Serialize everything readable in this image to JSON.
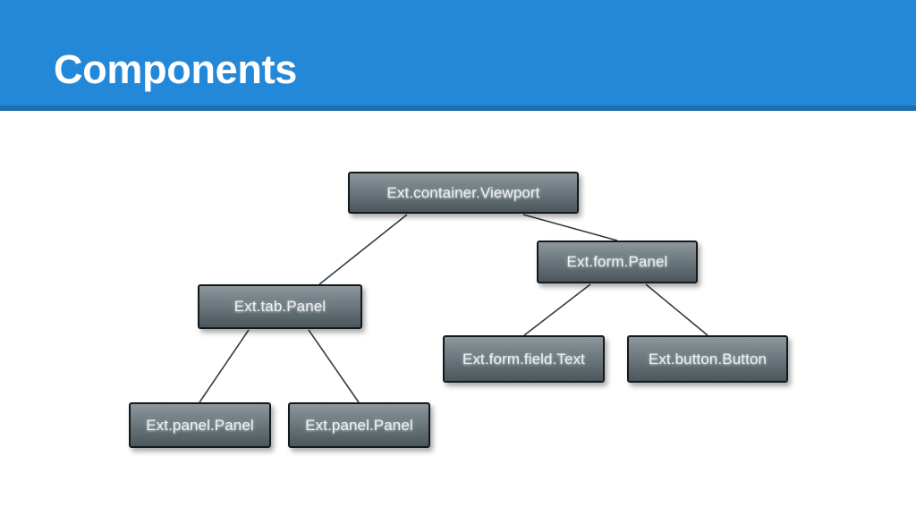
{
  "slide": {
    "title": "Components",
    "header_bg": "#2488d8",
    "header_underline": "#1f6fb0",
    "title_color": "#ffffff",
    "canvas_bg": "#ffffff"
  },
  "diagram": {
    "type": "tree",
    "node_fill_top": "#8e979c",
    "node_fill_bottom": "#4c575c",
    "node_border": "#15191b",
    "node_text_color": "#eef1f3",
    "edge_color": "#333b3f",
    "nodes": [
      {
        "id": "viewport",
        "label": "Ext.container.Viewport"
      },
      {
        "id": "form-panel",
        "label": "Ext.form.Panel"
      },
      {
        "id": "tab-panel",
        "label": "Ext.tab.Panel"
      },
      {
        "id": "field-text",
        "label": "Ext.form.field.Text"
      },
      {
        "id": "button",
        "label": "Ext.button.Button"
      },
      {
        "id": "panel-left",
        "label": "Ext.panel.Panel"
      },
      {
        "id": "panel-right",
        "label": "Ext.panel.Panel"
      }
    ],
    "edges": [
      {
        "from": "viewport",
        "to": "tab-panel"
      },
      {
        "from": "viewport",
        "to": "form-panel"
      },
      {
        "from": "form-panel",
        "to": "field-text"
      },
      {
        "from": "form-panel",
        "to": "button"
      },
      {
        "from": "tab-panel",
        "to": "panel-left"
      },
      {
        "from": "tab-panel",
        "to": "panel-right"
      }
    ]
  }
}
